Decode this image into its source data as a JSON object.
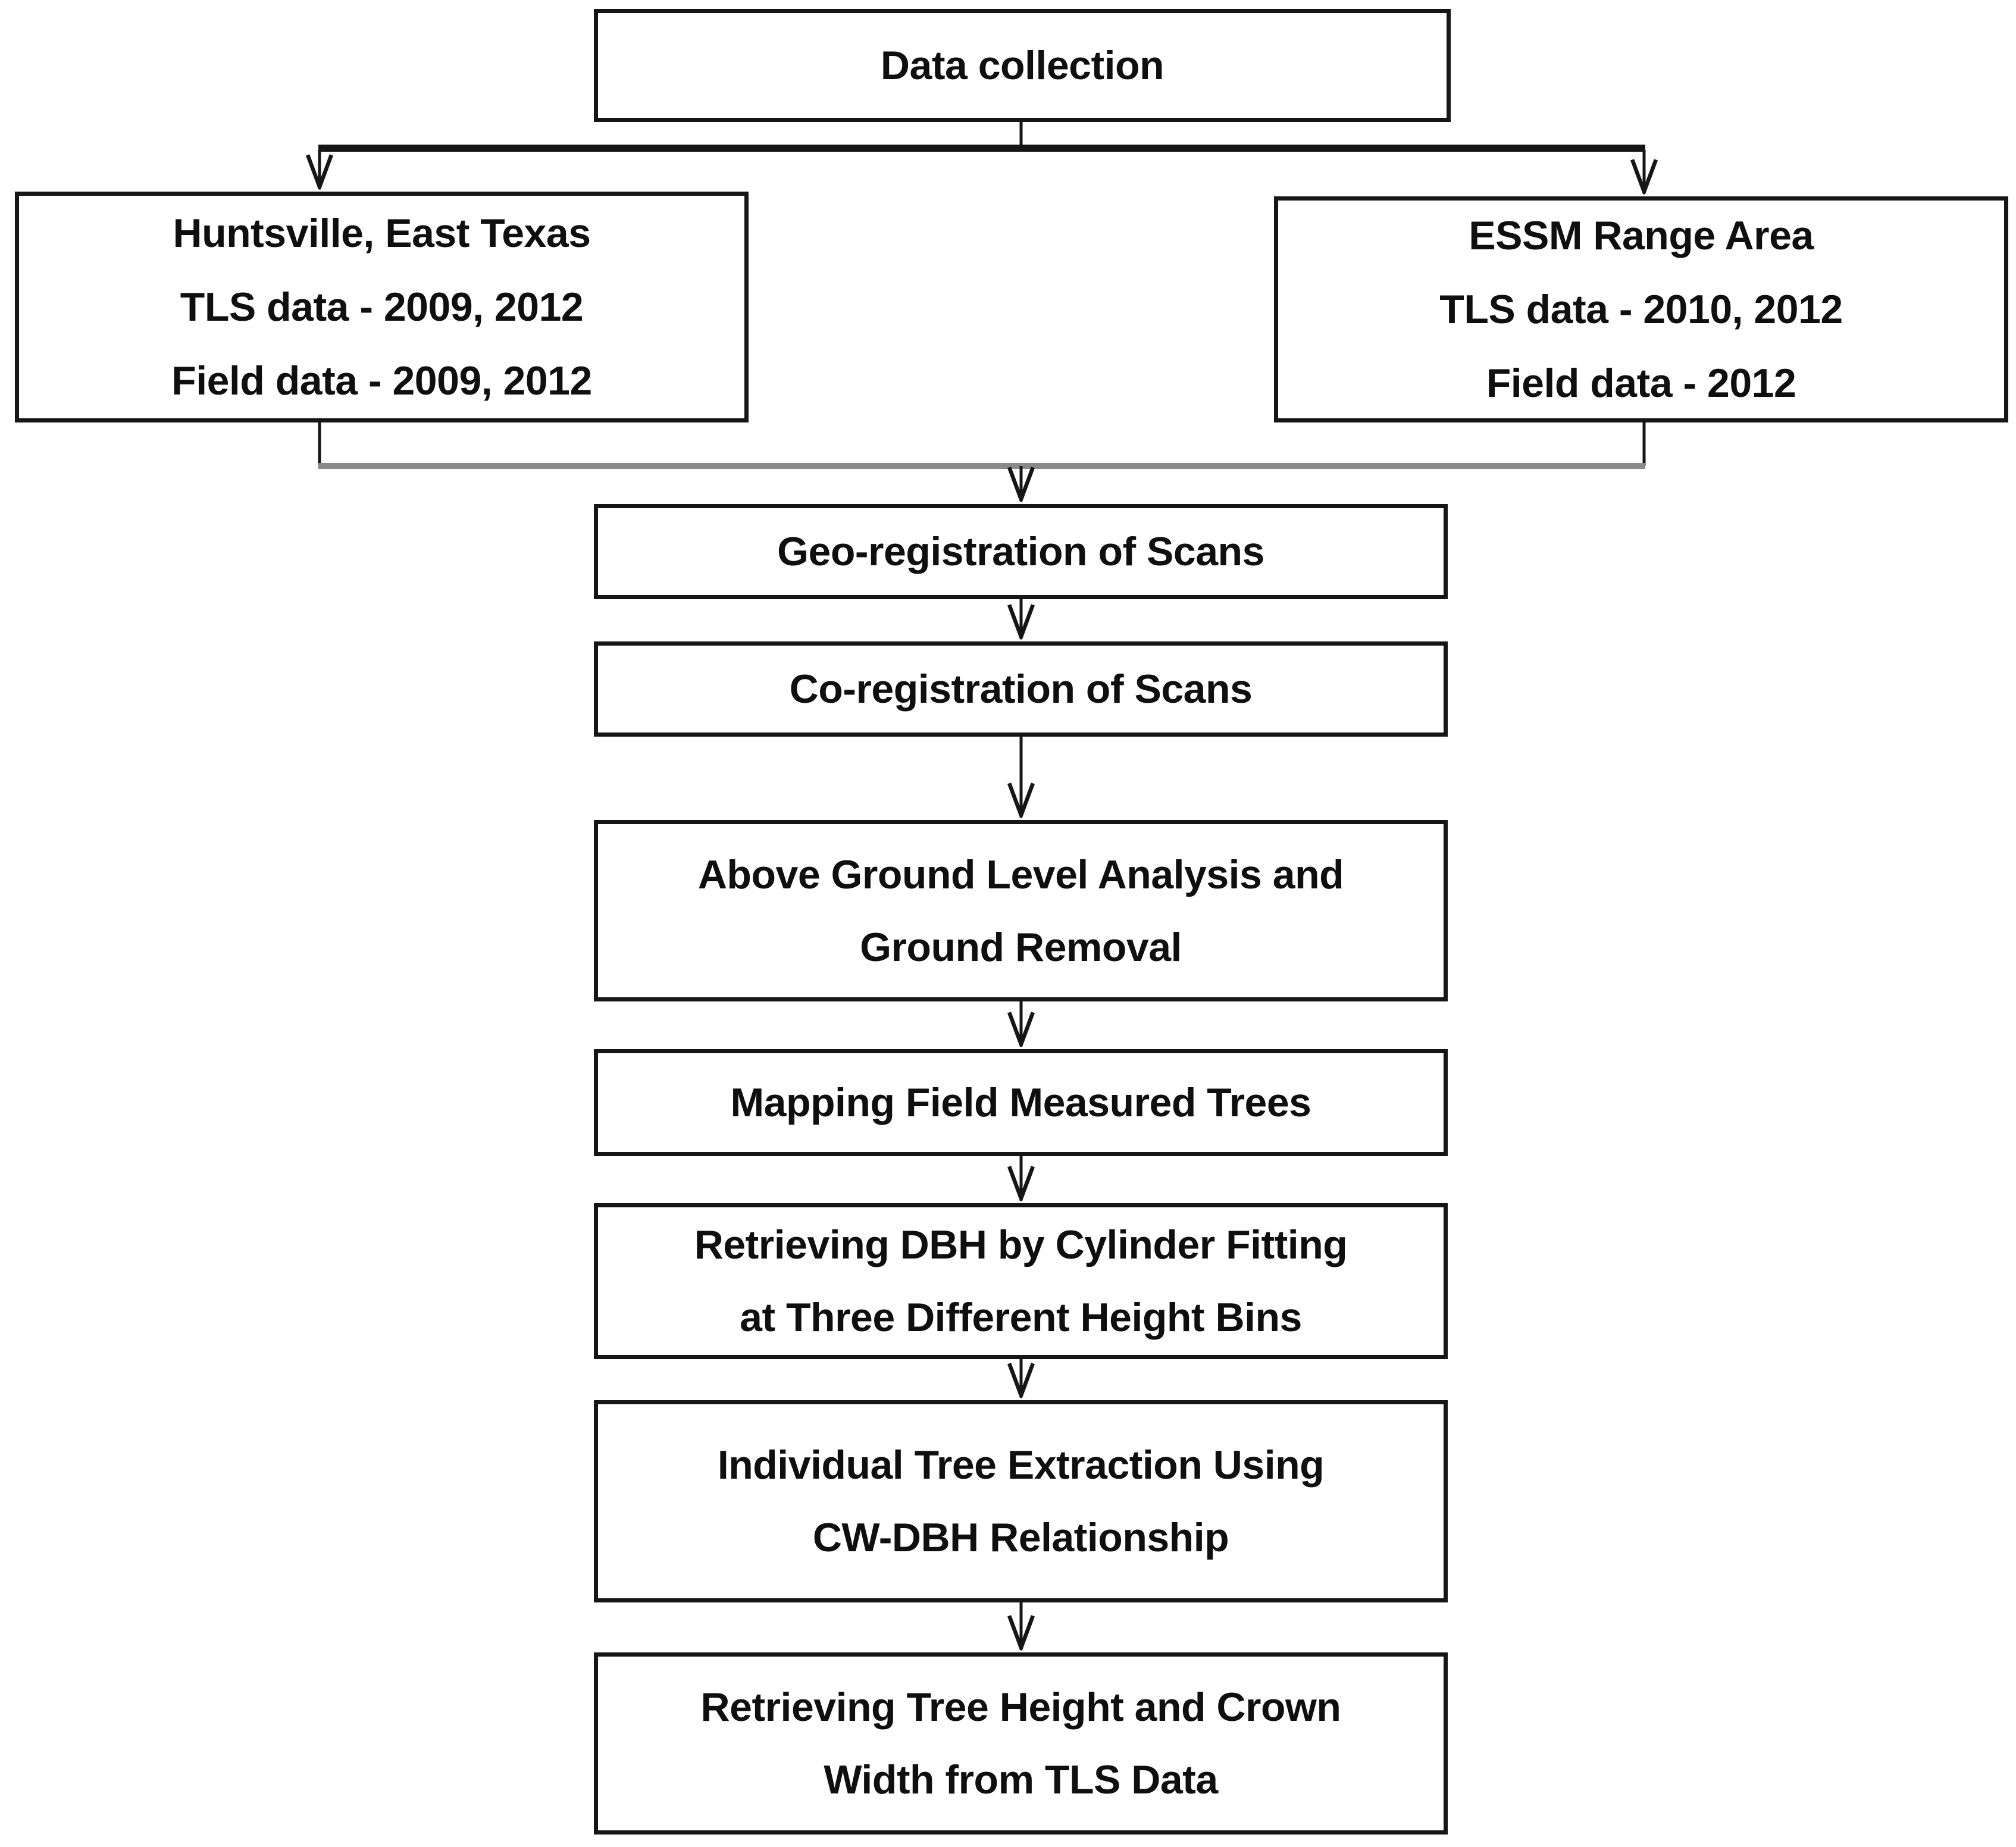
{
  "colors": {
    "background": "#ffffff",
    "box_border": "#161616",
    "text": "#0f0f0f",
    "connector": "#161616",
    "merge_line": "#8a8a8a"
  },
  "boxes": {
    "data_collection": {
      "label": "Data collection"
    },
    "huntsville": {
      "line1": "Huntsville, East Texas",
      "line2": "TLS data - 2009, 2012",
      "line3": "Field data - 2009, 2012"
    },
    "essm": {
      "line1": "ESSM Range Area",
      "line2": "TLS data - 2010, 2012",
      "line3": "Field data - 2012"
    },
    "geo_registration": {
      "label": "Geo-registration of Scans"
    },
    "co_registration": {
      "label": "Co-registration of Scans"
    },
    "agl": {
      "line1": "Above Ground Level Analysis and",
      "line2": "Ground Removal"
    },
    "mapping": {
      "label": "Mapping Field Measured Trees"
    },
    "dbh": {
      "line1": "Retrieving DBH by Cylinder Fitting",
      "line2": "at Three Different Height Bins"
    },
    "tree_extraction": {
      "line1": "Individual Tree Extraction Using",
      "line2": "CW-DBH Relationship"
    },
    "tree_height": {
      "line1": "Retrieving Tree Height and Crown",
      "line2": "Width from TLS Data"
    }
  }
}
